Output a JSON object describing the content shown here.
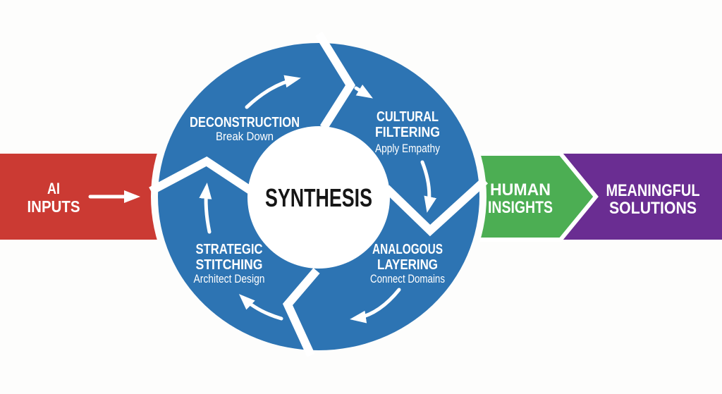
{
  "colors": {
    "red": "#cb3a33",
    "blue": "#2d74b3",
    "green": "#4cae53",
    "purple": "#6a2d92",
    "divider_white": "#ffffff",
    "text_light": "#ffffff",
    "text_dark": "#161616"
  },
  "flow": {
    "input": {
      "line1": "AI",
      "line2": "INPUTS"
    },
    "output_insights": {
      "line1": "HUMAN",
      "line2": "INSIGHTS"
    },
    "output_solutions": {
      "line1": "MEANINGFUL",
      "line2": "SOLUTIONS"
    }
  },
  "cycle": {
    "center_label": "SYNTHESIS",
    "segments": [
      {
        "position": "top-left",
        "title_line1": "DECONSTRUCTION",
        "title_line2": "",
        "subtitle": "Break Down"
      },
      {
        "position": "top-right",
        "title_line1": "CULTURAL",
        "title_line2": "FILTERING",
        "subtitle": "Apply Empathy"
      },
      {
        "position": "bottom-right",
        "title_line1": "ANALOGOUS",
        "title_line2": "LAYERING",
        "subtitle": "Connect Domains"
      },
      {
        "position": "bottom-left",
        "title_line1": "STRATEGIC",
        "title_line2": "STITCHING",
        "subtitle": "Architect Design"
      }
    ]
  }
}
